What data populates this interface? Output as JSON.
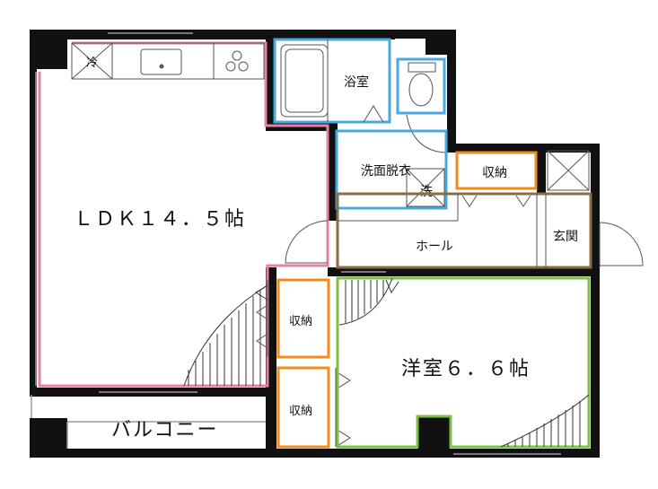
{
  "plan": {
    "rooms": {
      "ldk": "ＬＤＫ１４．５帖",
      "western_room": "洋室６．６帖",
      "bathroom": "浴室",
      "washroom": "洗面脱衣",
      "hall": "ホール",
      "entrance": "玄関",
      "storage_top": "収納",
      "storage_mid": "収納",
      "storage_low": "収納",
      "balcony": "バルコニー"
    },
    "fixtures": {
      "fridge_mark": "冷",
      "washer_mark": "洗"
    },
    "colors": {
      "wall": "#111111",
      "ldk_outline": "#e87fa6",
      "bath_outline": "#4aa8e0",
      "storage_outline": "#f08c1e",
      "western_outline": "#7dc043",
      "hall_outline": "#8b6b4a",
      "window_gray": "#9a9a9a"
    }
  }
}
